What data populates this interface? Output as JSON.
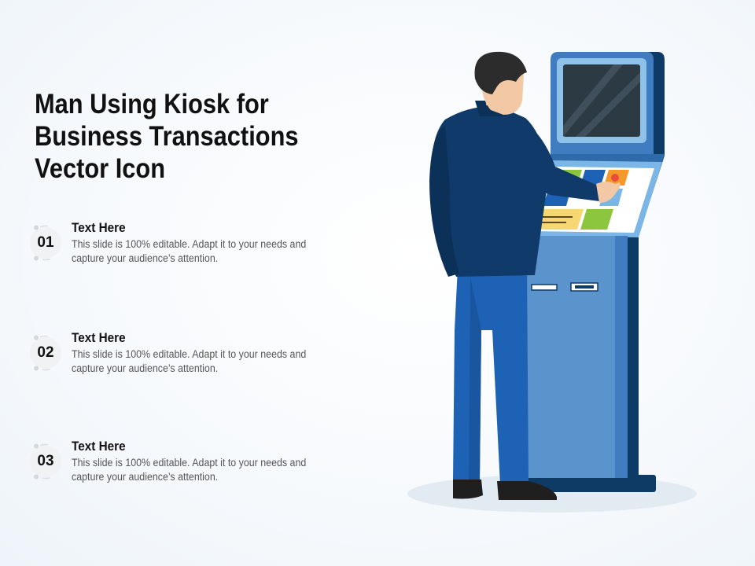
{
  "slide": {
    "title": "Man Using Kiosk for Business Transactions Vector Icon"
  },
  "items": [
    {
      "number": "01",
      "heading": "Text Here",
      "body": "This slide is 100% editable. Adapt it to your needs and capture your audience’s attention."
    },
    {
      "number": "02",
      "heading": "Text Here",
      "body": "This slide is 100% editable. Adapt it to your needs and capture your audience’s attention."
    },
    {
      "number": "03",
      "heading": "Text Here",
      "body": "This slide is 100% editable. Adapt it to your needs and capture your audience’s attention."
    }
  ],
  "illustration": {
    "subject": "man-using-kiosk-illustration",
    "colors": {
      "kiosk_body": "#5b93cc",
      "kiosk_dark": "#0e3a66",
      "screen": "#2c3a44",
      "jacket": "#0f3a6a",
      "trousers": "#1e62b5",
      "hair": "#2c2c2c",
      "skin": "#f2c9a4"
    }
  }
}
